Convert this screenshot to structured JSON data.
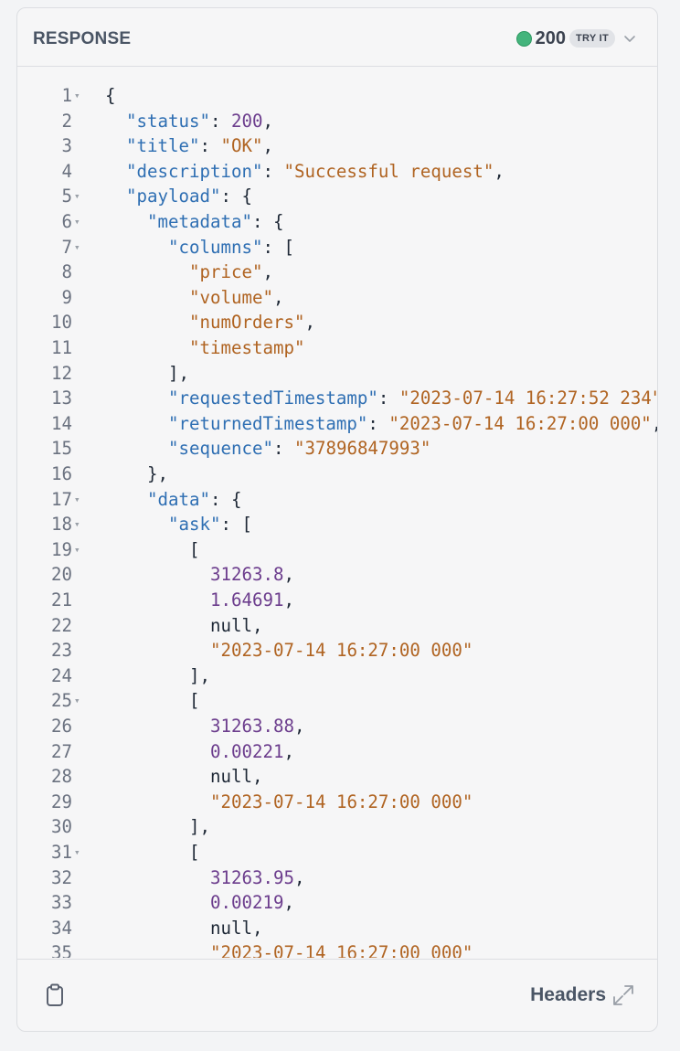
{
  "header": {
    "title": "RESPONSE",
    "status_code": "200",
    "try_label": "TRY IT",
    "status_color": "#44b47c"
  },
  "code": {
    "lines": [
      {
        "n": "1",
        "fold": true,
        "indent": 0,
        "parts": [
          [
            "p",
            "{"
          ]
        ]
      },
      {
        "n": "2",
        "fold": false,
        "indent": 1,
        "parts": [
          [
            "k",
            "\"status\""
          ],
          [
            "p",
            ": "
          ],
          [
            "n",
            "200"
          ],
          [
            "p",
            ","
          ]
        ]
      },
      {
        "n": "3",
        "fold": false,
        "indent": 1,
        "parts": [
          [
            "k",
            "\"title\""
          ],
          [
            "p",
            ": "
          ],
          [
            "s",
            "\"OK\""
          ],
          [
            "p",
            ","
          ]
        ]
      },
      {
        "n": "4",
        "fold": false,
        "indent": 1,
        "parts": [
          [
            "k",
            "\"description\""
          ],
          [
            "p",
            ": "
          ],
          [
            "s",
            "\"Successful request\""
          ],
          [
            "p",
            ","
          ]
        ]
      },
      {
        "n": "5",
        "fold": true,
        "indent": 1,
        "parts": [
          [
            "k",
            "\"payload\""
          ],
          [
            "p",
            ": {"
          ]
        ]
      },
      {
        "n": "6",
        "fold": true,
        "indent": 2,
        "parts": [
          [
            "k",
            "\"metadata\""
          ],
          [
            "p",
            ": {"
          ]
        ]
      },
      {
        "n": "7",
        "fold": true,
        "indent": 3,
        "parts": [
          [
            "k",
            "\"columns\""
          ],
          [
            "p",
            ": ["
          ]
        ]
      },
      {
        "n": "8",
        "fold": false,
        "indent": 4,
        "parts": [
          [
            "s",
            "\"price\""
          ],
          [
            "p",
            ","
          ]
        ]
      },
      {
        "n": "9",
        "fold": false,
        "indent": 4,
        "parts": [
          [
            "s",
            "\"volume\""
          ],
          [
            "p",
            ","
          ]
        ]
      },
      {
        "n": "10",
        "fold": false,
        "indent": 4,
        "parts": [
          [
            "s",
            "\"numOrders\""
          ],
          [
            "p",
            ","
          ]
        ]
      },
      {
        "n": "11",
        "fold": false,
        "indent": 4,
        "parts": [
          [
            "s",
            "\"timestamp\""
          ]
        ]
      },
      {
        "n": "12",
        "fold": false,
        "indent": 3,
        "parts": [
          [
            "p",
            "],"
          ]
        ]
      },
      {
        "n": "13",
        "fold": false,
        "indent": 3,
        "parts": [
          [
            "k",
            "\"requestedTimestamp\""
          ],
          [
            "p",
            ": "
          ],
          [
            "s",
            "\"2023-07-14 16:27:52 234\""
          ],
          [
            "p",
            ","
          ]
        ]
      },
      {
        "n": "14",
        "fold": false,
        "indent": 3,
        "parts": [
          [
            "k",
            "\"returnedTimestamp\""
          ],
          [
            "p",
            ": "
          ],
          [
            "s",
            "\"2023-07-14 16:27:00 000\""
          ],
          [
            "p",
            ","
          ]
        ]
      },
      {
        "n": "15",
        "fold": false,
        "indent": 3,
        "parts": [
          [
            "k",
            "\"sequence\""
          ],
          [
            "p",
            ": "
          ],
          [
            "s",
            "\"37896847993\""
          ]
        ]
      },
      {
        "n": "16",
        "fold": false,
        "indent": 2,
        "parts": [
          [
            "p",
            "},"
          ]
        ]
      },
      {
        "n": "17",
        "fold": true,
        "indent": 2,
        "parts": [
          [
            "k",
            "\"data\""
          ],
          [
            "p",
            ": {"
          ]
        ]
      },
      {
        "n": "18",
        "fold": true,
        "indent": 3,
        "parts": [
          [
            "k",
            "\"ask\""
          ],
          [
            "p",
            ": ["
          ]
        ]
      },
      {
        "n": "19",
        "fold": true,
        "indent": 4,
        "parts": [
          [
            "p",
            "["
          ]
        ]
      },
      {
        "n": "20",
        "fold": false,
        "indent": 5,
        "parts": [
          [
            "n",
            "31263.8"
          ],
          [
            "p",
            ","
          ]
        ]
      },
      {
        "n": "21",
        "fold": false,
        "indent": 5,
        "parts": [
          [
            "n",
            "1.64691"
          ],
          [
            "p",
            ","
          ]
        ]
      },
      {
        "n": "22",
        "fold": false,
        "indent": 5,
        "parts": [
          [
            "p",
            "null,"
          ]
        ]
      },
      {
        "n": "23",
        "fold": false,
        "indent": 5,
        "parts": [
          [
            "s",
            "\"2023-07-14 16:27:00 000\""
          ]
        ]
      },
      {
        "n": "24",
        "fold": false,
        "indent": 4,
        "parts": [
          [
            "p",
            "],"
          ]
        ]
      },
      {
        "n": "25",
        "fold": true,
        "indent": 4,
        "parts": [
          [
            "p",
            "["
          ]
        ]
      },
      {
        "n": "26",
        "fold": false,
        "indent": 5,
        "parts": [
          [
            "n",
            "31263.88"
          ],
          [
            "p",
            ","
          ]
        ]
      },
      {
        "n": "27",
        "fold": false,
        "indent": 5,
        "parts": [
          [
            "n",
            "0.00221"
          ],
          [
            "p",
            ","
          ]
        ]
      },
      {
        "n": "28",
        "fold": false,
        "indent": 5,
        "parts": [
          [
            "p",
            "null,"
          ]
        ]
      },
      {
        "n": "29",
        "fold": false,
        "indent": 5,
        "parts": [
          [
            "s",
            "\"2023-07-14 16:27:00 000\""
          ]
        ]
      },
      {
        "n": "30",
        "fold": false,
        "indent": 4,
        "parts": [
          [
            "p",
            "],"
          ]
        ]
      },
      {
        "n": "31",
        "fold": true,
        "indent": 4,
        "parts": [
          [
            "p",
            "["
          ]
        ]
      },
      {
        "n": "32",
        "fold": false,
        "indent": 5,
        "parts": [
          [
            "n",
            "31263.95"
          ],
          [
            "p",
            ","
          ]
        ]
      },
      {
        "n": "33",
        "fold": false,
        "indent": 5,
        "parts": [
          [
            "n",
            "0.00219"
          ],
          [
            "p",
            ","
          ]
        ]
      },
      {
        "n": "34",
        "fold": false,
        "indent": 5,
        "parts": [
          [
            "p",
            "null,"
          ]
        ]
      },
      {
        "n": "35",
        "fold": false,
        "indent": 5,
        "parts": [
          [
            "s",
            "\"2023-07-14 16:27:00 000\""
          ]
        ]
      }
    ]
  },
  "footer": {
    "headers_label": "Headers",
    "copy_icon": "clipboard-icon",
    "expand_icon": "expand-icon"
  }
}
